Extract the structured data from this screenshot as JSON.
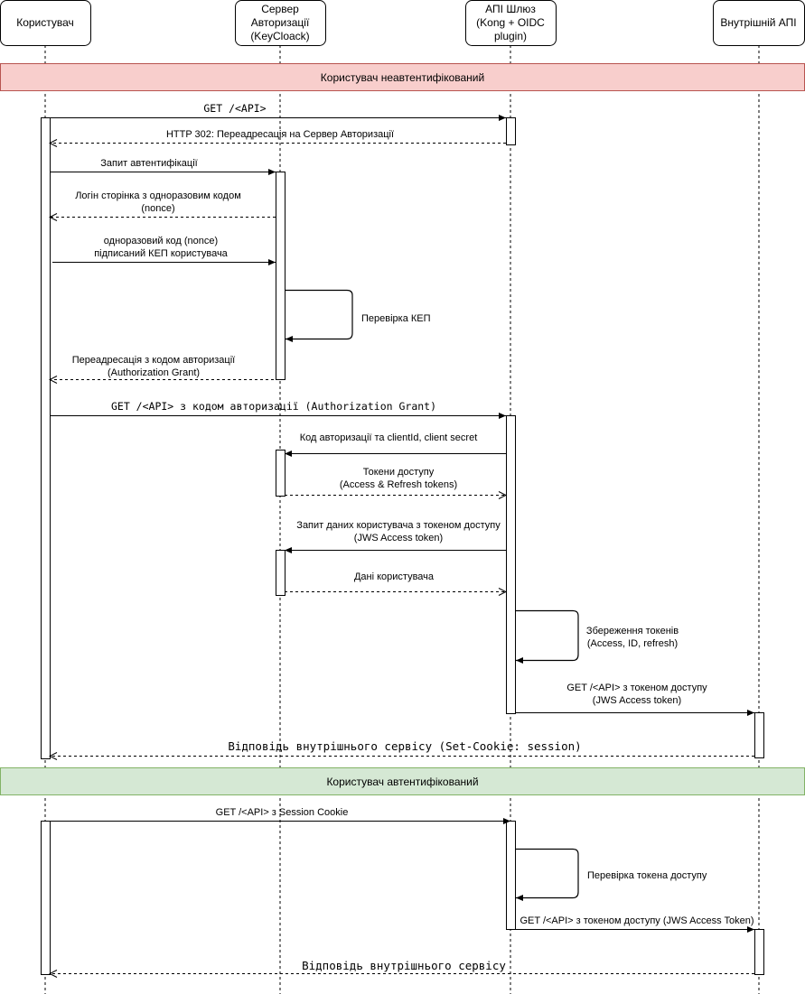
{
  "participants": [
    {
      "id": "user",
      "lines": [
        "Користувач"
      ]
    },
    {
      "id": "auth",
      "lines": [
        "Сервер",
        "Авторизації",
        "(KeyCloack)"
      ]
    },
    {
      "id": "gateway",
      "lines": [
        "АПІ Шлюз",
        "(Kong + OIDC",
        "plugin)"
      ]
    },
    {
      "id": "internal",
      "lines": [
        "Внутрішній АПІ"
      ]
    }
  ],
  "sections": [
    {
      "label": "Користувач неавтентифікований",
      "fill": "#f8cecc",
      "stroke": "#b85450"
    },
    {
      "label": "Користувач автентифікований",
      "fill": "#d5e8d4",
      "stroke": "#82b366"
    }
  ],
  "messages": [
    {
      "from": "user",
      "to": "gateway",
      "kind": "sync",
      "lines": [
        "GET /<API>"
      ]
    },
    {
      "from": "gateway",
      "to": "user",
      "kind": "return",
      "lines": [
        "HTTP 302: Переадресація на Сервер Авторизації"
      ]
    },
    {
      "from": "user",
      "to": "auth",
      "kind": "sync",
      "lines": [
        "Запит автентифікації"
      ]
    },
    {
      "from": "auth",
      "to": "user",
      "kind": "return",
      "lines": [
        "Логін сторінка з одноразовим кодом",
        "(nonce)"
      ]
    },
    {
      "from": "user",
      "to": "auth",
      "kind": "sync",
      "lines": [
        "одноразовий код (nonce)",
        "підписаний КЕП користувача"
      ]
    },
    {
      "from": "auth",
      "to": "auth",
      "kind": "self",
      "lines": [
        "Перевірка КЕП"
      ]
    },
    {
      "from": "auth",
      "to": "user",
      "kind": "return",
      "lines": [
        "Переадресація з кодом авторизації",
        "(Authorization Grant)"
      ]
    },
    {
      "from": "user",
      "to": "gateway",
      "kind": "sync",
      "lines": [
        "GET /<API> з кодом авторизації (Authorization Grant)"
      ]
    },
    {
      "from": "gateway",
      "to": "auth",
      "kind": "sync",
      "lines": [
        "Код авторизації та clientId, client secret"
      ]
    },
    {
      "from": "auth",
      "to": "gateway",
      "kind": "return",
      "lines": [
        "Токени доступу",
        "(Access & Refresh tokens)"
      ]
    },
    {
      "from": "gateway",
      "to": "auth",
      "kind": "sync",
      "lines": [
        "Запит даних користувача з токеном доступу",
        "(JWS Access token)"
      ]
    },
    {
      "from": "auth",
      "to": "gateway",
      "kind": "return",
      "lines": [
        "Дані користувача"
      ]
    },
    {
      "from": "gateway",
      "to": "gateway",
      "kind": "self",
      "lines": [
        "Збереження токенів",
        "(Access, ID, refresh)"
      ]
    },
    {
      "from": "gateway",
      "to": "internal",
      "kind": "sync",
      "lines": [
        "GET /<API> з токеном доступу",
        "(JWS Access token)"
      ]
    },
    {
      "from": "internal",
      "to": "user",
      "kind": "return",
      "lines": [
        "Відповідь внутрішнього сервісу (Set-Cookie: session)"
      ]
    },
    {
      "from": "user",
      "to": "gateway",
      "kind": "sync",
      "lines": [
        "GET /<API> з Session Cookie"
      ]
    },
    {
      "from": "gateway",
      "to": "gateway",
      "kind": "self",
      "lines": [
        "Перевірка токена доступу"
      ]
    },
    {
      "from": "gateway",
      "to": "internal",
      "kind": "sync",
      "lines": [
        "GET /<API> з токеном доступу (JWS Access Token)"
      ]
    },
    {
      "from": "internal",
      "to": "user",
      "kind": "return",
      "lines": [
        "Відповідь внутрішнього сервісу"
      ]
    }
  ]
}
